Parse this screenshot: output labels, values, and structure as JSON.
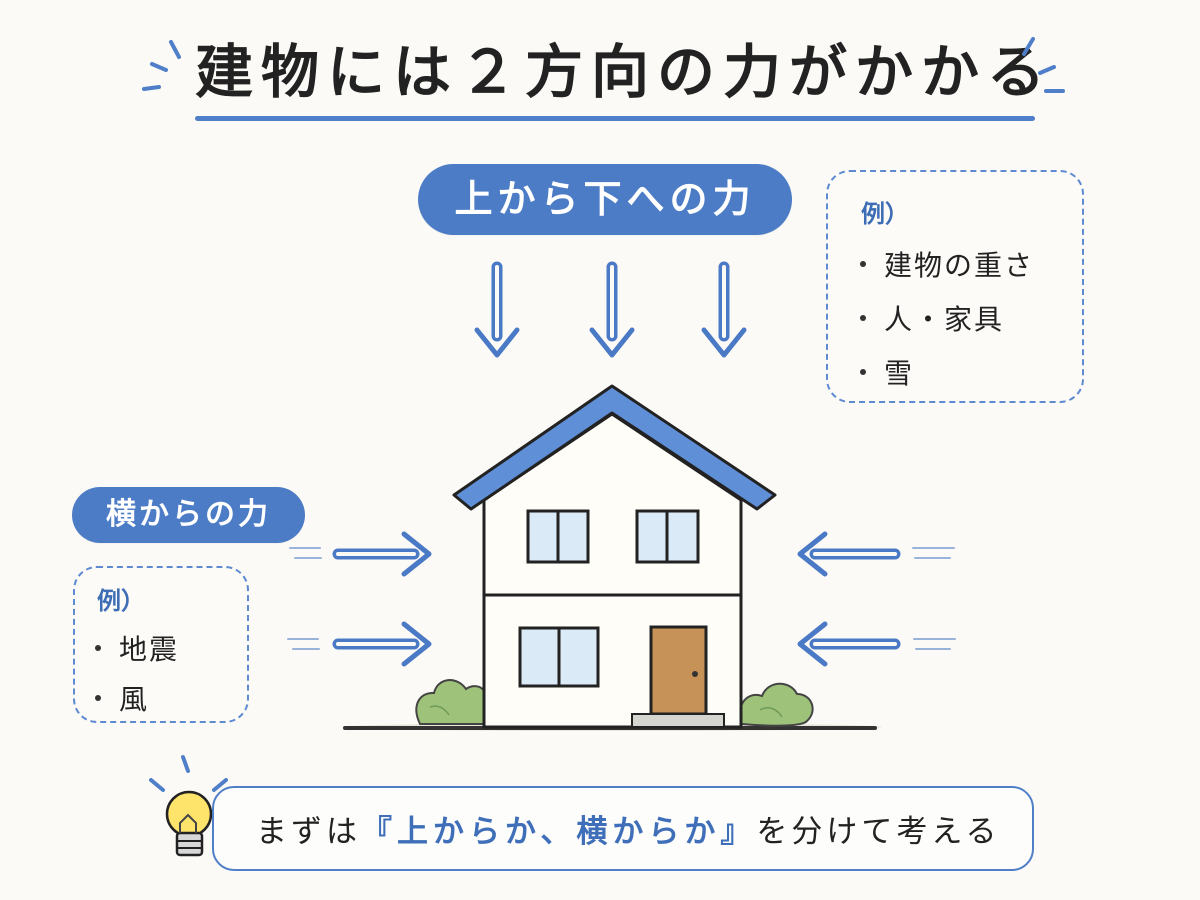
{
  "title": "建物には２方向の力がかかる",
  "top_force": {
    "label": "上から下への力",
    "examples": {
      "title": "例）",
      "items": [
        "建物の重さ",
        "人・家具",
        "雪"
      ]
    }
  },
  "side_force": {
    "label": "横からの力",
    "examples": {
      "title": "例）",
      "items": [
        "地震",
        "風"
      ]
    }
  },
  "tip": {
    "before": "まずは",
    "highlight": "『上からか、横からか』",
    "after": "を分けて考える"
  },
  "colors": {
    "accent": "#4d7cc6",
    "roof": "#5f8fd6",
    "window": "#dbeaf7",
    "door": "#c79258",
    "shrub": "#9ec27a",
    "background": "#fbfaf6"
  },
  "icons": {
    "bulb": "lightbulb-icon",
    "house": "house-icon",
    "arrow": "arrow-icon"
  }
}
